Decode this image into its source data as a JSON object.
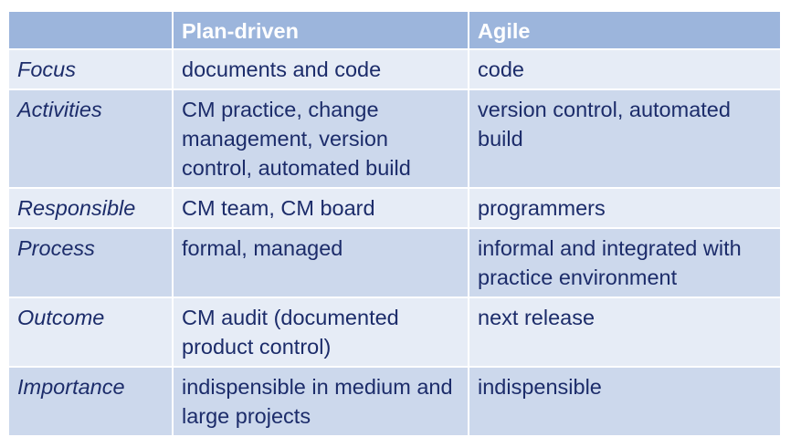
{
  "table": {
    "headers": [
      "",
      "Plan-driven",
      "Agile"
    ],
    "rows": [
      {
        "label": "Focus",
        "plan": "documents and code",
        "agile": "code"
      },
      {
        "label": "Activities",
        "plan": "CM practice, change management, version control, automated build",
        "agile": "version control, automated build"
      },
      {
        "label": "Responsible",
        "plan": "CM team, CM board",
        "agile": "programmers"
      },
      {
        "label": "Process",
        "plan": "formal, managed",
        "agile": "informal and integrated with practice environment"
      },
      {
        "label": "Outcome",
        "plan": "CM audit (documented product control)",
        "agile": "next release"
      },
      {
        "label": "Importance",
        "plan": "indispensible in medium and large projects",
        "agile": "indispensible"
      }
    ]
  },
  "colors": {
    "header_bg": "#9cb5dc",
    "row_light": "#e6ecf6",
    "row_dark": "#ccd8ec",
    "text": "#1c2c6a"
  }
}
